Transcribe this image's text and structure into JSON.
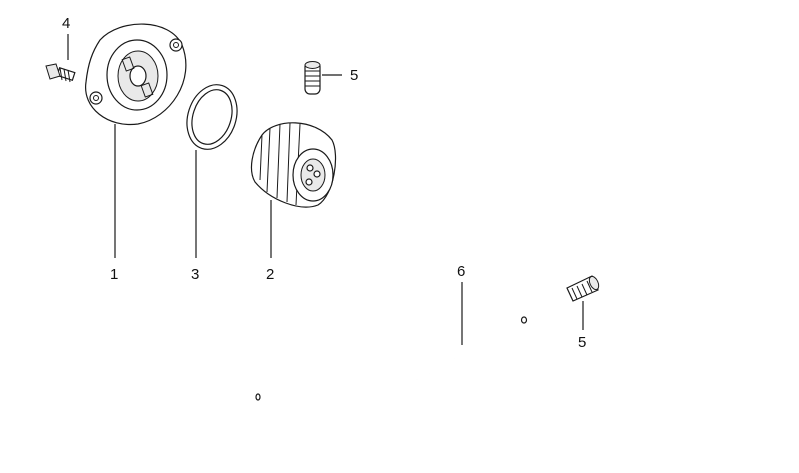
{
  "diagram": {
    "callouts": {
      "c1": "1",
      "c2": "2",
      "c3": "3",
      "c4": "4",
      "c5a": "5",
      "c5b": "5",
      "c6": "6"
    }
  }
}
